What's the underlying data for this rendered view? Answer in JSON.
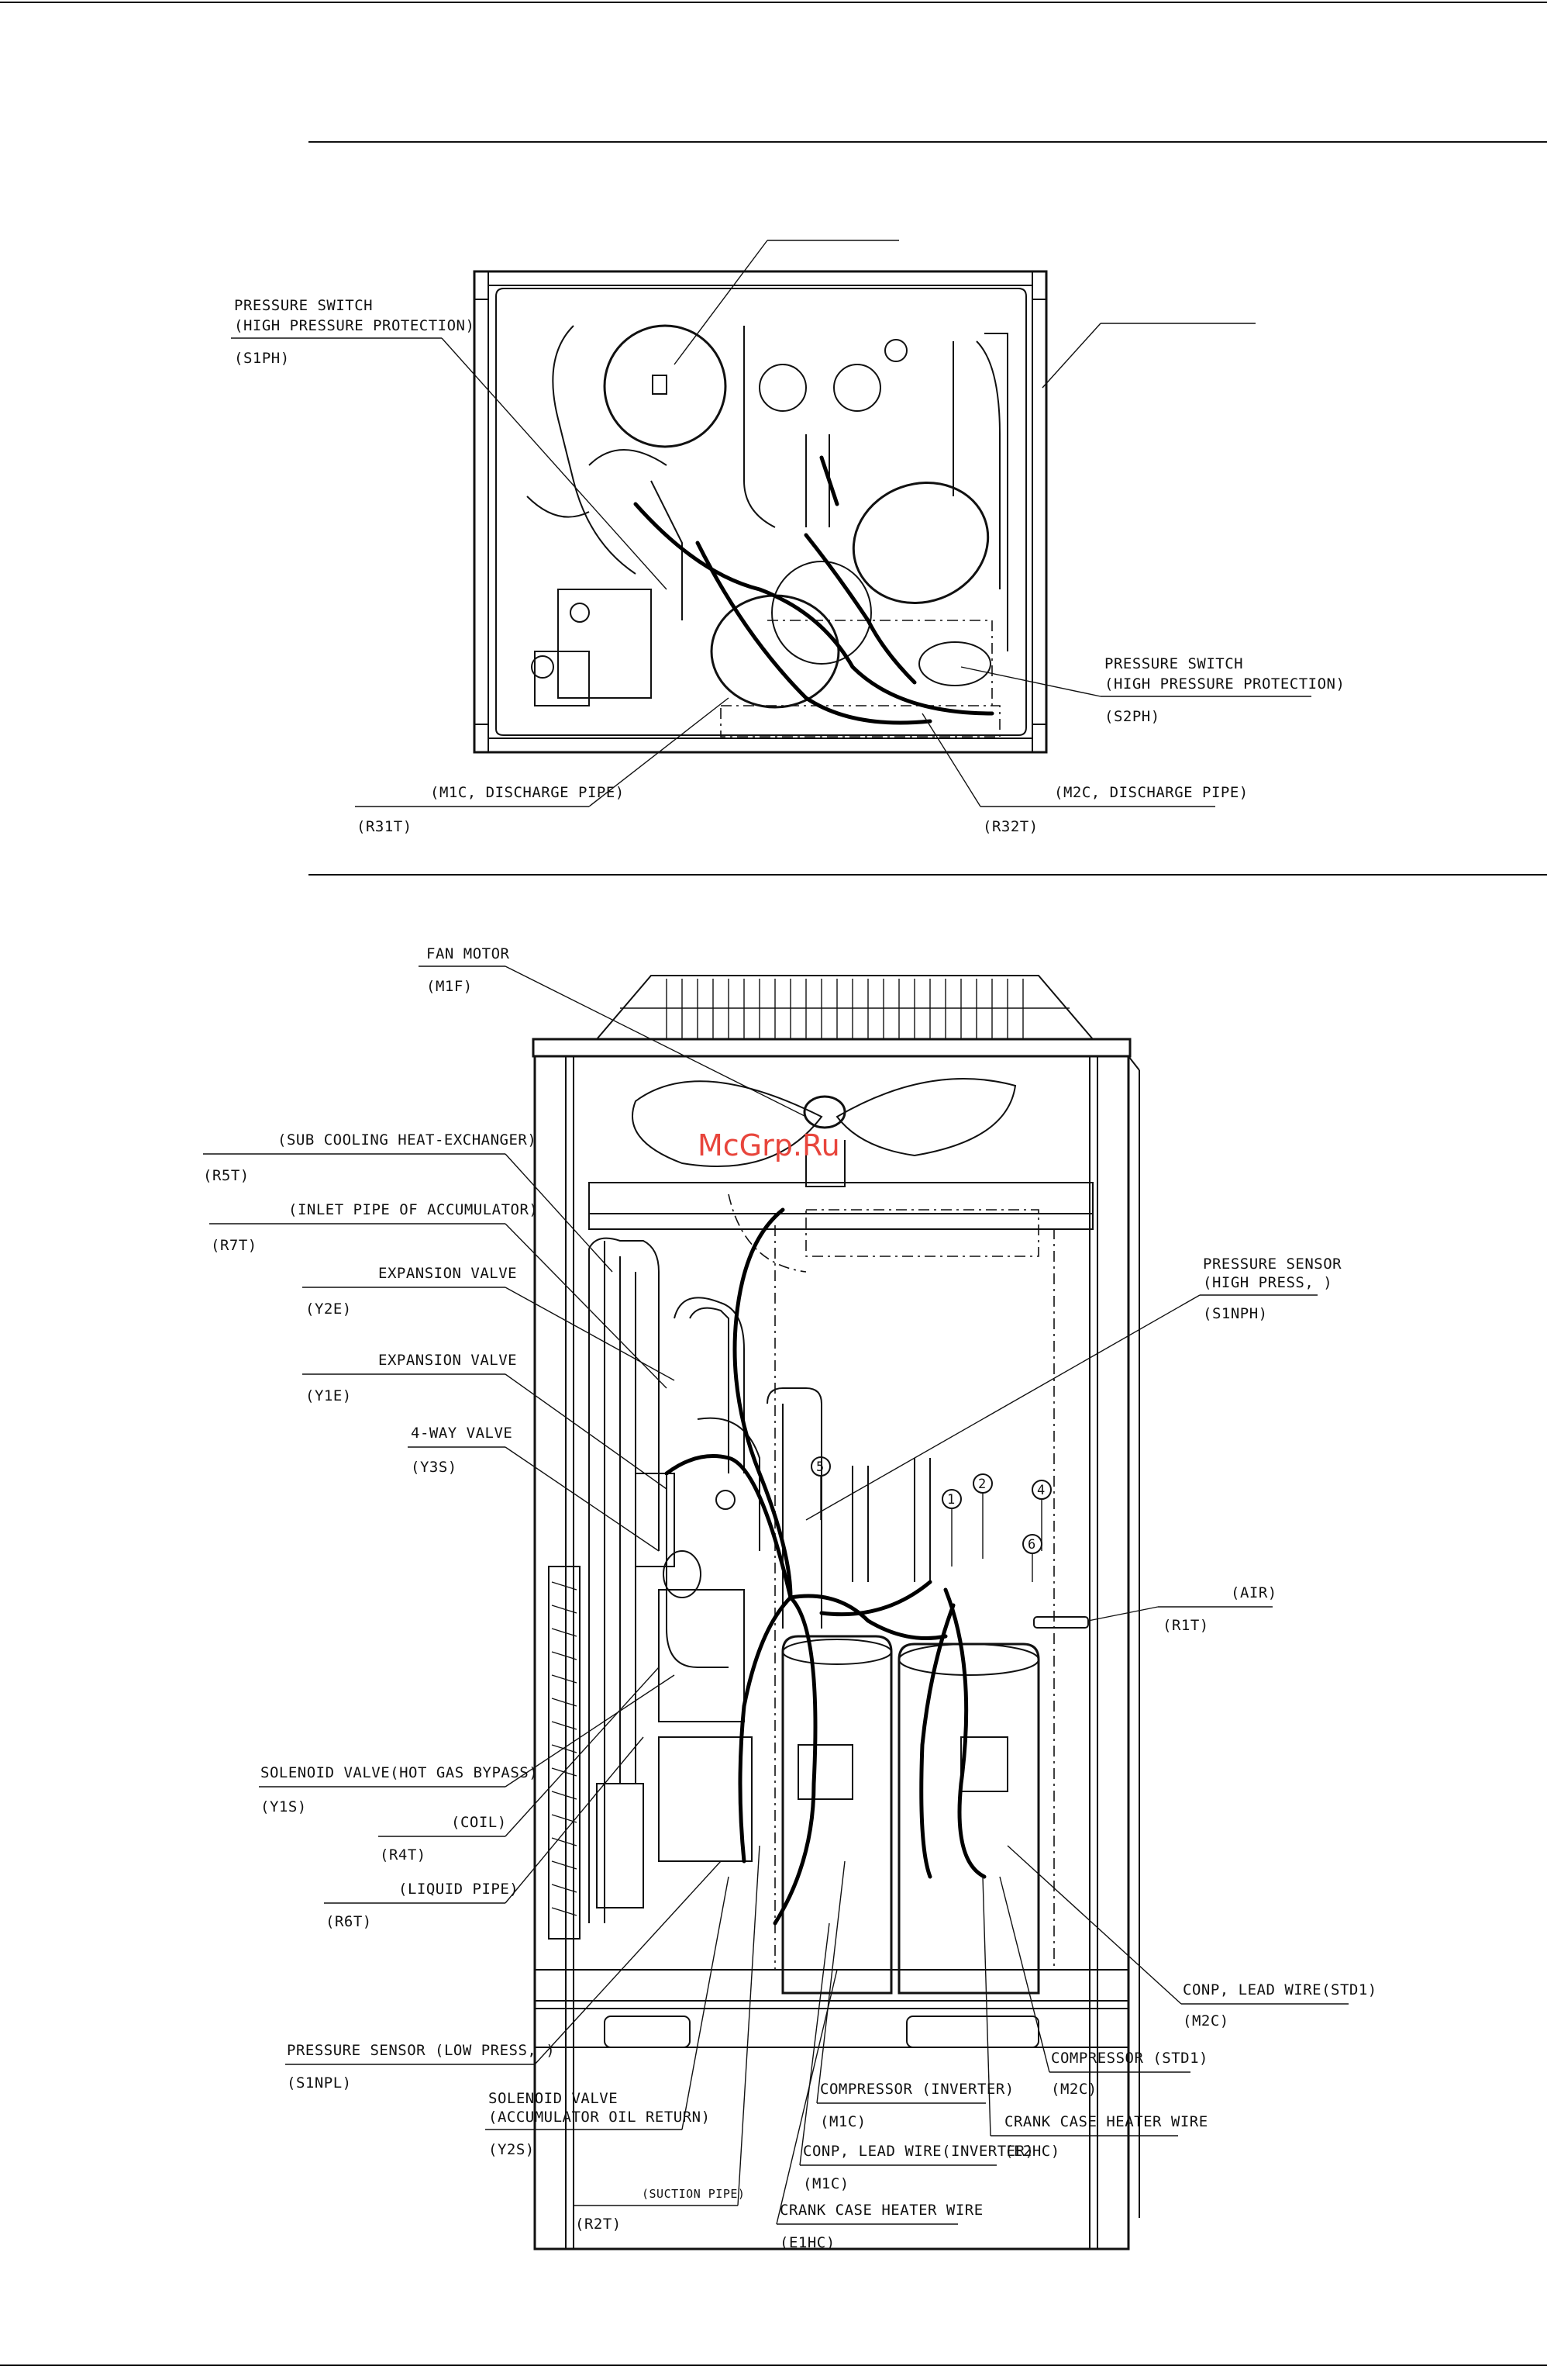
{
  "watermark": "McGrp.Ru",
  "top_view": {
    "labels": {
      "s1ph_title_1": "PRESSURE SWITCH",
      "s1ph_title_2": "(HIGH PRESSURE PROTECTION)",
      "s1ph_code": "(S1PH)",
      "s2ph_title_1": "PRESSURE SWITCH",
      "s2ph_title_2": "(HIGH PRESSURE PROTECTION)",
      "s2ph_code": "(S2PH)",
      "r31t_title": "(M1C, DISCHARGE PIPE)",
      "r31t_code": "(R31T)",
      "r32t_title": "(M2C, DISCHARGE PIPE)",
      "r32t_code": "(R32T)"
    }
  },
  "front_view": {
    "labels": {
      "fan_motor": "FAN MOTOR",
      "fan_motor_code": "(M1F)",
      "sub_cooling": "(SUB COOLING HEAT-EXCHANGER)",
      "sub_cooling_code": "(R5T)",
      "inlet_pipe": "(INLET PIPE OF ACCUMULATOR)",
      "inlet_pipe_code": "(R7T)",
      "exp_valve_1": "EXPANSION VALVE",
      "exp_valve_1_code": "(Y2E)",
      "exp_valve_2": "EXPANSION VALVE",
      "exp_valve_2_code": "(Y1E)",
      "four_way": "4-WAY VALVE",
      "four_way_code": "(Y3S)",
      "press_sensor_high_1": "PRESSURE SENSOR",
      "press_sensor_high_2": "(HIGH PRESS, )",
      "press_sensor_high_code": "(S1NPH)",
      "air": "(AIR)",
      "air_code": "(R1T)",
      "solenoid_hot_gas": "SOLENOID VALVE(HOT GAS BYPASS)",
      "solenoid_hot_gas_code": "(Y1S)",
      "coil": "(COIL)",
      "coil_code": "(R4T)",
      "liquid_pipe": "(LIQUID PIPE)",
      "liquid_pipe_code": "(R6T)",
      "press_sensor_low": "PRESSURE SENSOR (LOW PRESS, )",
      "press_sensor_low_code": "(S1NPL)",
      "solenoid_oil_1": "SOLENOID VALVE",
      "solenoid_oil_2": "(ACCUMULATOR OIL RETURN)",
      "solenoid_oil_code": "(Y2S)",
      "suction_pipe": "(SUCTION PIPE)",
      "suction_pipe_code": "(R2T)",
      "crank_heater_1": "CRANK CASE HEATER WIRE",
      "crank_heater_1_code": "(E1HC)",
      "conp_lead_inv": "CONP, LEAD WIRE(INVERTER)",
      "conp_lead_inv_code": "(M1C)",
      "compressor_inv": "COMPRESSOR (INVERTER)",
      "compressor_inv_code": "(M1C)",
      "crank_heater_2": "CRANK CASE HEATER WIRE",
      "crank_heater_2_code": "(E2HC)",
      "compressor_std": "COMPRESSOR (STD1)",
      "compressor_std_code": "(M2C)",
      "conp_lead_std": "CONP, LEAD WIRE(STD1)",
      "conp_lead_std_code": "(M2C)"
    },
    "circled_numbers": [
      "1",
      "2",
      "4",
      "5",
      "6"
    ]
  }
}
